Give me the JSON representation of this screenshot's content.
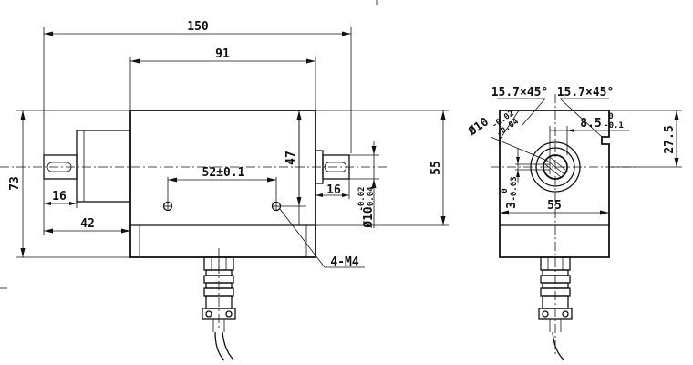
{
  "dimensions": {
    "overall_length": "150",
    "body_length": "91",
    "left_shaft_length": "16",
    "left_flange_length": "42",
    "hole_spacing": "52±0.1",
    "hole_height": "47",
    "right_shaft_length": "16",
    "height_total": "73",
    "body_height": "55",
    "shaft_diameter_base": "Ø10",
    "shaft_diameter_tol_upper": "-0.02",
    "shaft_diameter_tol_lower": "-0.04",
    "mount_holes": "4-M4",
    "chamfer_left": "15.7×45°",
    "chamfer_right": "15.7×45°",
    "side_shaft_diameter_base": "Ø10",
    "side_shaft_tol_upper": "-0.02",
    "side_shaft_tol_lower": "-0.04",
    "flat_depth_base": "8.5",
    "flat_depth_tol_upper": "0",
    "flat_depth_tol_lower": "-0.1",
    "key_width_base": "3",
    "key_width_tol_upper": "0",
    "key_width_tol_lower": "-0.03",
    "side_width": "55",
    "side_axis_height": "27.5"
  }
}
